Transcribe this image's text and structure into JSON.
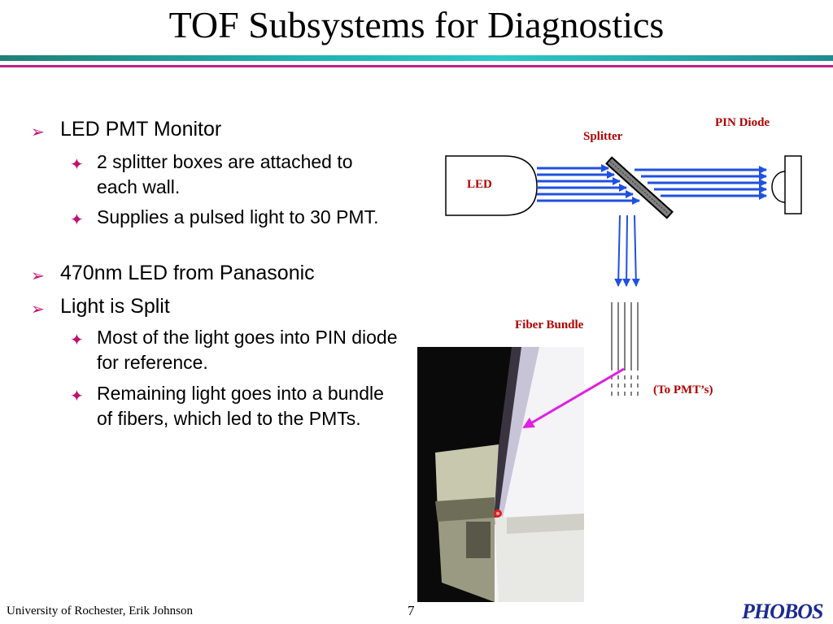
{
  "slide": {
    "title": "TOF Subsystems for Diagnostics",
    "bullets": [
      {
        "text": "LED PMT Monitor",
        "sub": [
          "2 splitter boxes are attached to each wall.",
          "Supplies a pulsed light to 30 PMT."
        ]
      },
      {
        "text": "470nm LED from Panasonic",
        "sub": []
      },
      {
        "text": "Light is Split",
        "sub": [
          "Most of the light goes into PIN diode for reference.",
          "Remaining light goes into a bundle of fibers, which led to the PMTs."
        ]
      }
    ],
    "bullet_marker": "➢",
    "sub_marker": "✦"
  },
  "diagram": {
    "led_label": "LED",
    "splitter_label": "Splitter",
    "pin_label": "PIN Diode",
    "fiber_label": "Fiber Bundle",
    "pmt_label": "(To PMT’s)"
  },
  "footer": {
    "affiliation": "University of Rochester, Erik Johnson",
    "page": "7",
    "logo": "PHOBOS"
  },
  "colors": {
    "accent_magenta": "#c01070",
    "accent_teal": "#20a0a0",
    "beam_blue": "#2050e0",
    "label_red": "#b00000"
  }
}
